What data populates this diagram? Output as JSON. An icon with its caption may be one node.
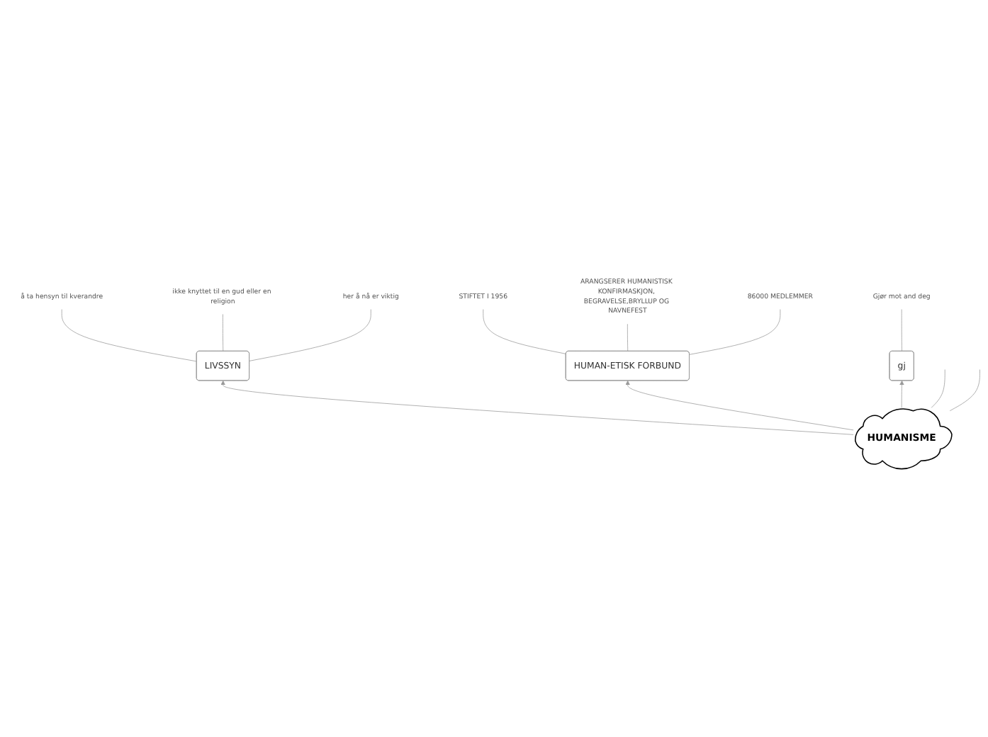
{
  "diagram": {
    "nodes": [
      {
        "text": [
          "HUMANISME"
        ]
      },
      {
        "text": [
          "LIVSSYN"
        ]
      },
      {
        "text": [
          "å ta hensyn til kverandre"
        ]
      },
      {
        "text": [
          "ikke knyttet til en gud eller en religion"
        ]
      },
      {
        "text": [
          "her å nå er viktig"
        ]
      },
      {
        "text": [
          "HUMAN-ETISK FORBUND"
        ]
      },
      {
        "text": [
          "STIFTET I 1956"
        ]
      },
      {
        "text": [
          "ARANGSERER HUMANISTISK KONFIRMASKJON, BEGRAVELSE,BRYLLUP OG NAVNEFEST"
        ]
      },
      {
        "text": [
          "86000 MEDLEMMER"
        ]
      },
      {
        "text": [
          "gj"
        ]
      },
      {
        "text": [
          "Gjør mot and deg"
        ]
      }
    ],
    "edges": [
      {
        "from": 0,
        "to": 1,
        "arrow": "to"
      },
      {
        "from": 0,
        "to": 5,
        "arrow": "to"
      },
      {
        "from": 0,
        "to": 9,
        "arrow": "to"
      },
      {
        "from": 0,
        "to": null,
        "arrow": "none"
      },
      {
        "from": 0,
        "to": null,
        "arrow": "none"
      },
      {
        "from": 1,
        "to": 2,
        "arrow": "none"
      },
      {
        "from": 1,
        "to": 3,
        "arrow": "none"
      },
      {
        "from": 1,
        "to": 4,
        "arrow": "none"
      },
      {
        "from": 5,
        "to": 6,
        "arrow": "none"
      },
      {
        "from": 5,
        "to": 7,
        "arrow": "none"
      },
      {
        "from": 5,
        "to": 8,
        "arrow": "none"
      },
      {
        "from": 9,
        "to": 10,
        "arrow": "none"
      }
    ]
  }
}
